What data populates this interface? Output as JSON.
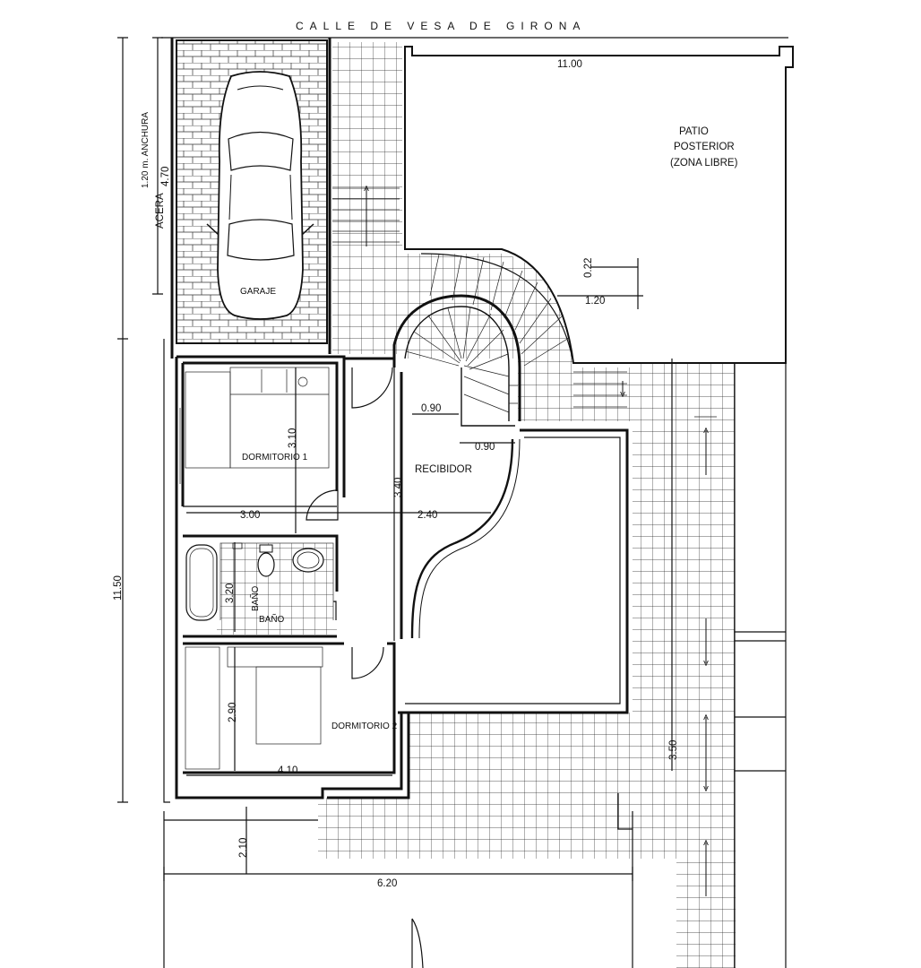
{
  "street": "CALLE DE VESA DE GIRONA",
  "sidewalk": {
    "label": "ACERA",
    "width_note": "1.20 m. ANCHURA"
  },
  "rooms": {
    "garage": "GARAJE",
    "patio_line1": "PATIO",
    "patio_line2": "POSTERIOR",
    "patio_line3": "(ZONA LIBRE)",
    "bedroom1": "DORMITORIO 1",
    "bedroom2": "DORMITORIO 2",
    "hall": "RECIBIDOR",
    "bathroom": "BAÑO",
    "bathroom_vertical": "BAÑO"
  },
  "dimensions": {
    "patio_width": "11.00",
    "garage_length": "4.70",
    "stair_022": "0.22",
    "stair_120": "1.20",
    "stair_090a": "0.90",
    "stair_090b": "0.90",
    "bed1_height": "3.10",
    "hall_height": "3.40",
    "bed1_width": "3.00",
    "hall_width": "2.40",
    "bath_height": "3.20",
    "bed2_height": "2.90",
    "bed2_width": "4.10",
    "total_depth": "11.50",
    "front_offset": "2.10",
    "front_width": "6.20",
    "right_dim": "3.50"
  }
}
